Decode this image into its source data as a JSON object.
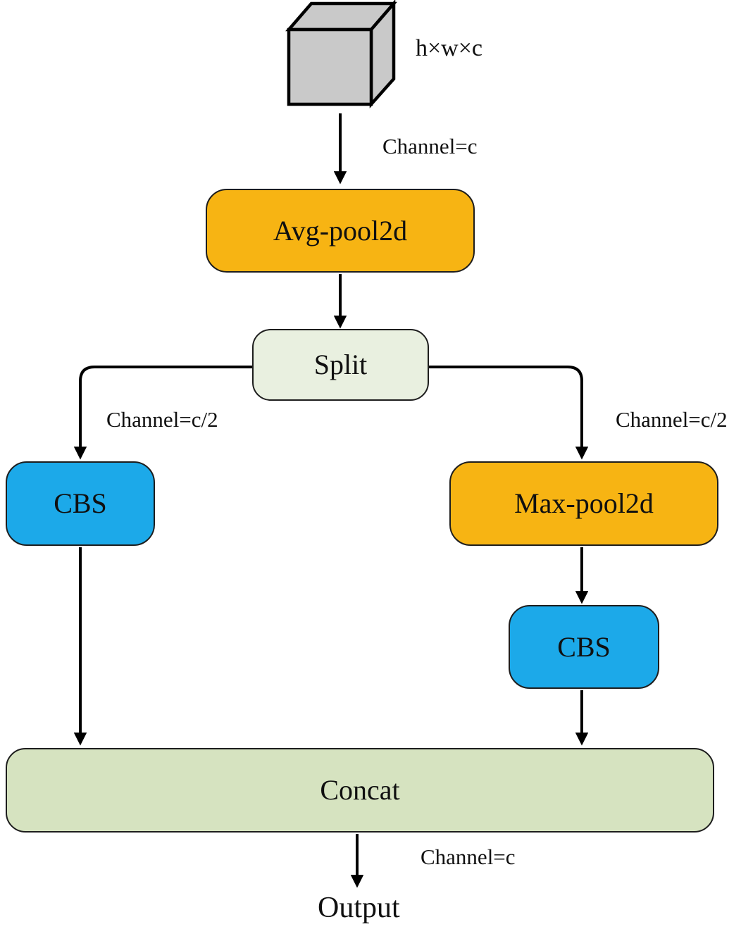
{
  "diagram": {
    "input": {
      "shape_label": "h×w×c",
      "cube_color": "#c9c9c9"
    },
    "nodes": {
      "avg_pool": {
        "label": "Avg-pool2d",
        "color": "#f7b413"
      },
      "split": {
        "label": "Split",
        "color": "#e9f0e0"
      },
      "cbs_left": {
        "label": "CBS",
        "color": "#1ca9e9"
      },
      "max_pool": {
        "label": "Max-pool2d",
        "color": "#f7b413"
      },
      "cbs_right": {
        "label": "CBS",
        "color": "#1ca9e9"
      },
      "concat": {
        "label": "Concat",
        "color": "#d6e3c0"
      }
    },
    "edge_labels": {
      "top": "Channel=c",
      "left": "Channel=c/2",
      "right": "Channel=c/2",
      "bottom": "Channel=c"
    },
    "output_label": "Output"
  }
}
